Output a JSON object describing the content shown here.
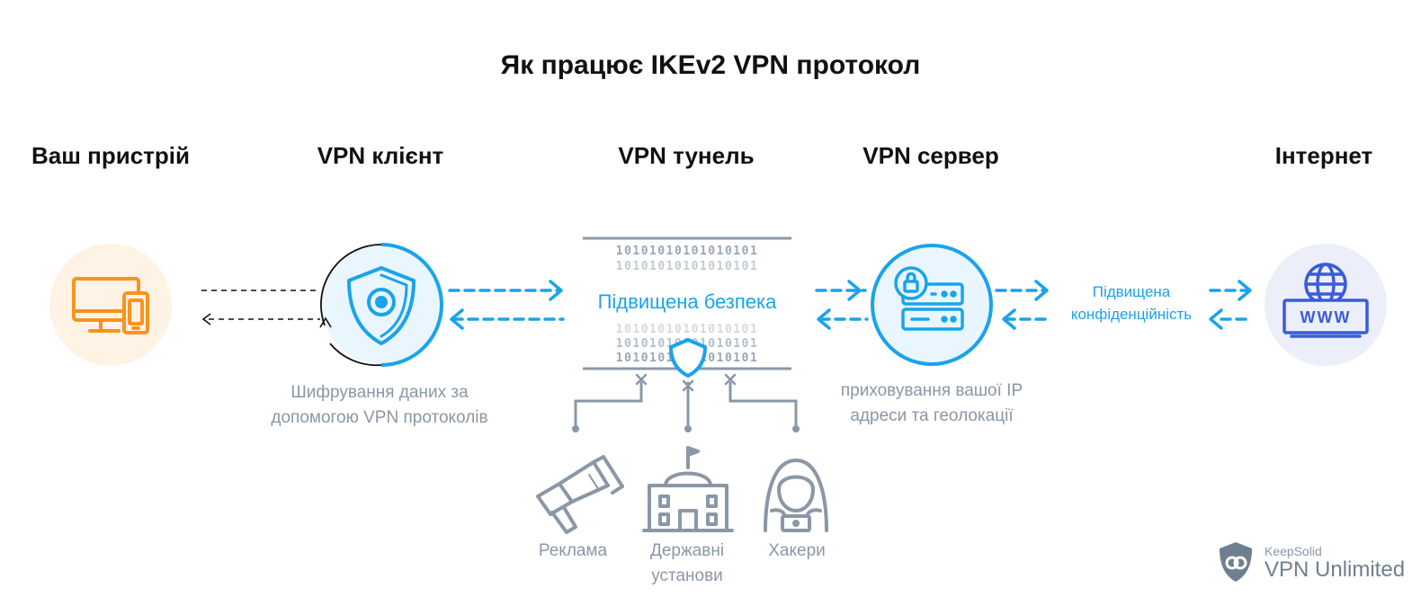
{
  "title": "Як працює IKEv2 VPN протокол",
  "columns": {
    "device": "Ваш пристрій",
    "client": "VPN клієнт",
    "tunnel": "VPN тунель",
    "server": "VPN сервер",
    "internet": "Інтернет"
  },
  "tunnel_label": "Підвищена безпека",
  "privacy_label": "Підвищена конфіденційність",
  "client_caption": "Шифрування даних за допомогою VPN протоколів",
  "server_caption": "приховування вашої IP адреси та геолокації",
  "binary_row": "10101010101010101",
  "threats": [
    {
      "label": "Реклама",
      "icon": "megaphone-icon"
    },
    {
      "label": "Державні установи",
      "icon": "government-building-icon"
    },
    {
      "label": "Хакери",
      "icon": "hacker-icon"
    }
  ],
  "brand": {
    "sub": "KeepSolid",
    "main": "VPN Unlimited"
  },
  "colors": {
    "accent": "#1aa3ec",
    "device": "#f7941d",
    "internet": "#3b5bdb",
    "muted": "#8a97a6"
  }
}
